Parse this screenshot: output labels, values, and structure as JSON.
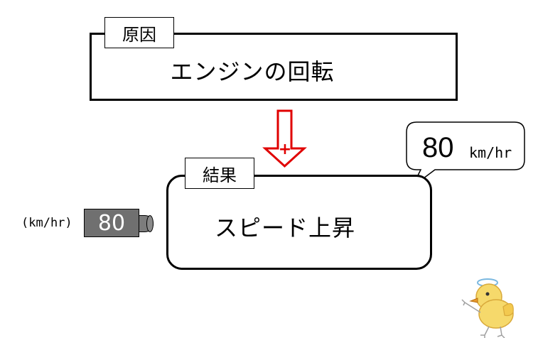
{
  "cause": {
    "tag": "原因",
    "text": "エンジンの回転"
  },
  "result": {
    "tag": "結果",
    "text": "スピード上昇"
  },
  "arrow": {
    "symbol": "+",
    "color": "#e00000"
  },
  "speech_bubble": {
    "value": "80",
    "unit": "km/hr"
  },
  "meter": {
    "unit": "(km/hr)",
    "value": "80"
  },
  "decoration": {
    "icon": "chick-icon"
  }
}
